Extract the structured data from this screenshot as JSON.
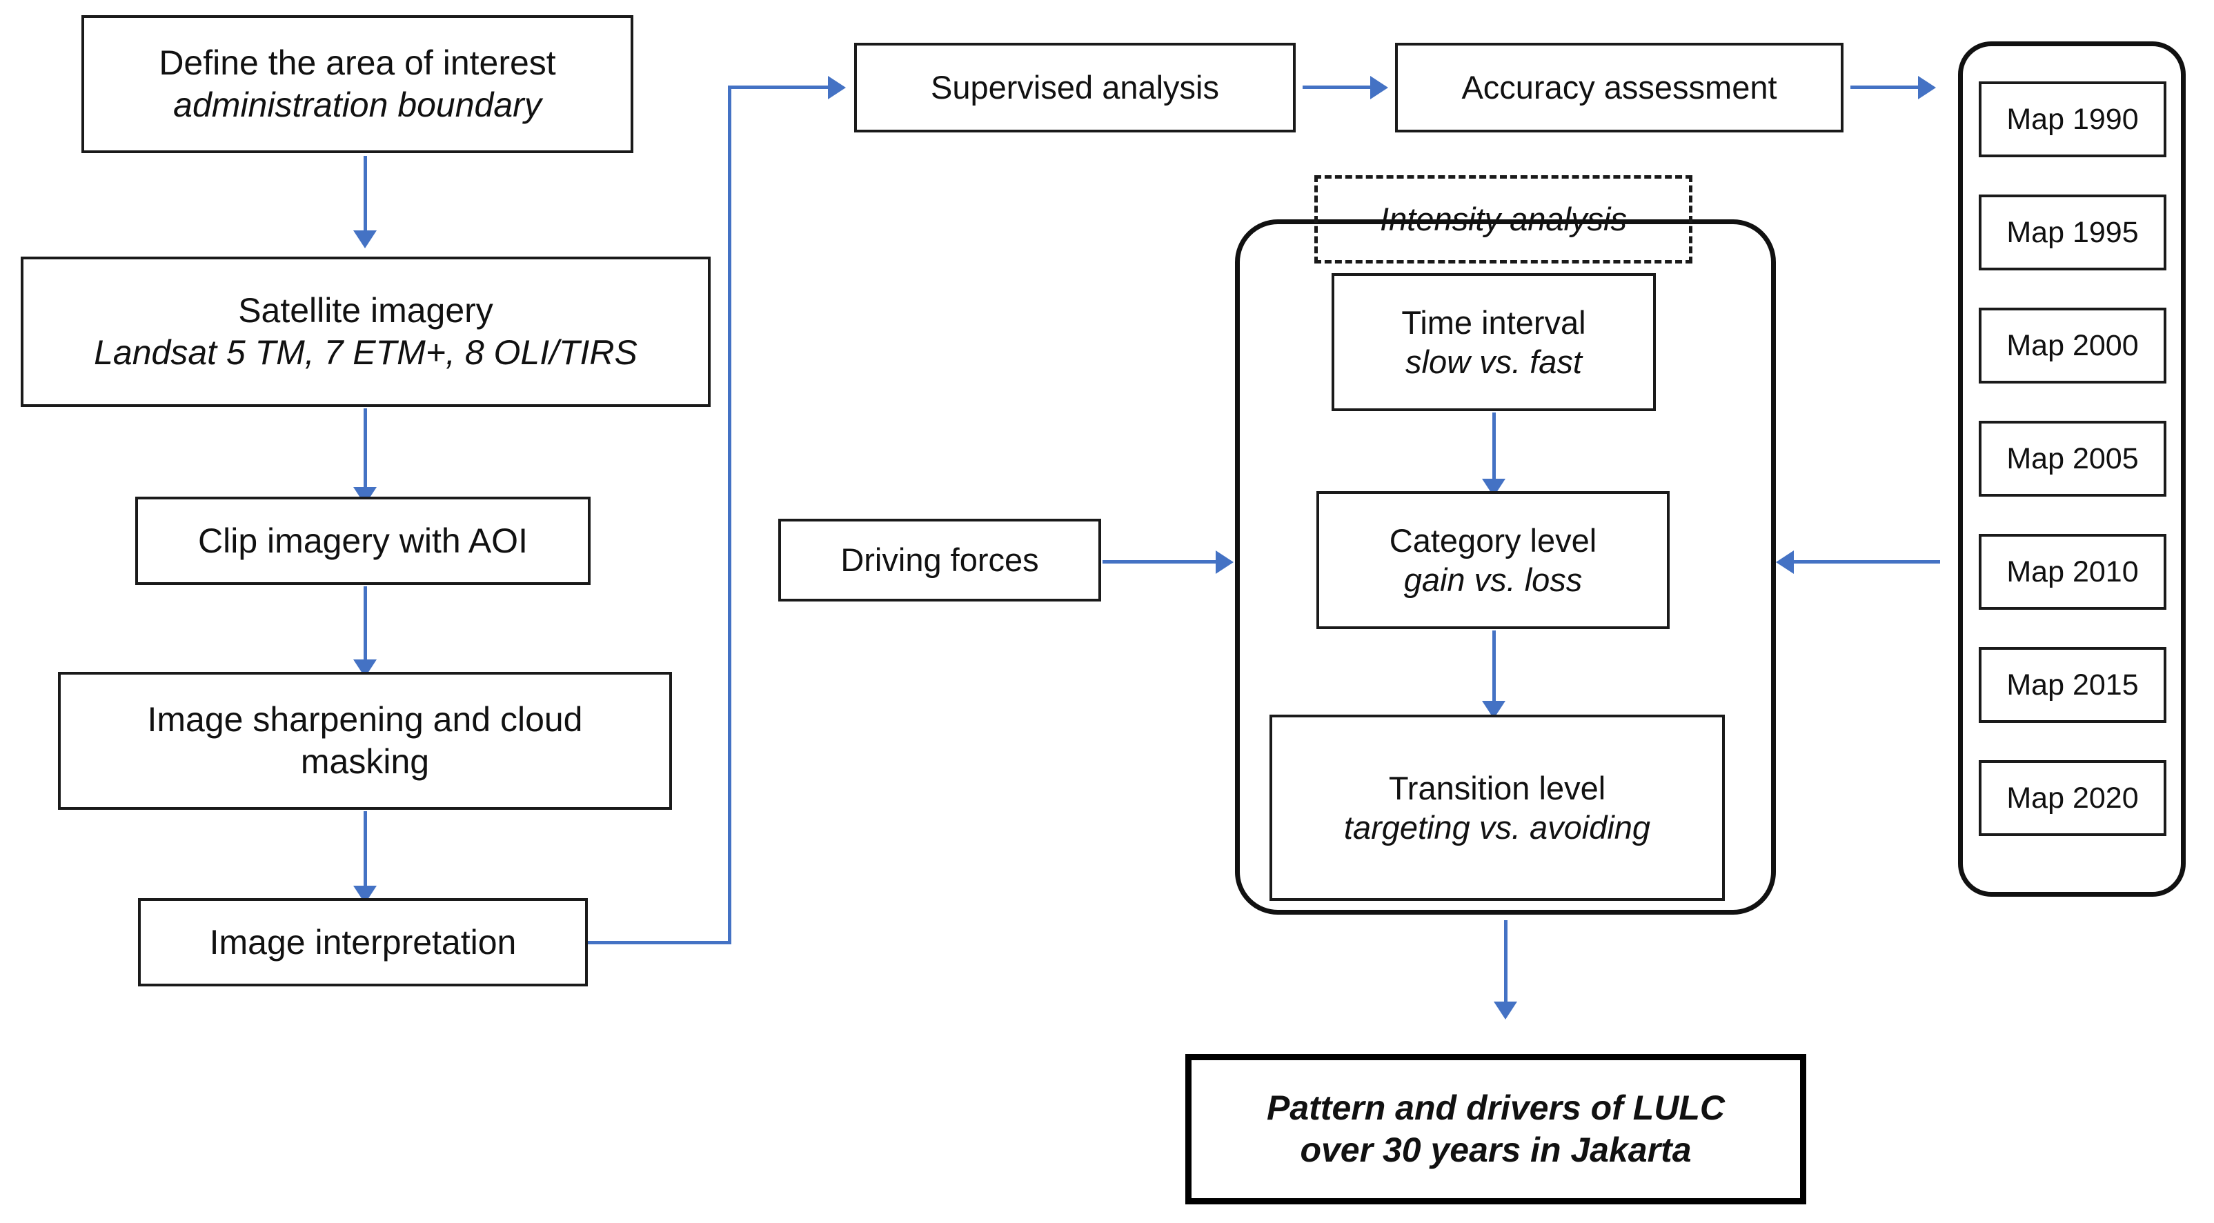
{
  "diagram": {
    "title": "Methodology flowchart for LULC pattern and driver analysis",
    "accent_color": "#4472C4",
    "line_color": "#1a1a1a",
    "background": "#ffffff"
  },
  "nodes": {
    "aoi": {
      "line1": "Define the area of interest",
      "line2": "administration boundary"
    },
    "satellite": {
      "line1": "Satellite imagery",
      "line2": "Landsat 5 TM, 7 ETM+, 8 OLI/TIRS"
    },
    "clip": {
      "line1": "Clip imagery with AOI"
    },
    "sharpen": {
      "line1": "Image sharpening and cloud",
      "line2": "masking"
    },
    "interpretation": {
      "line1": "Image interpretation"
    },
    "supervised": {
      "line1": "Supervised analysis"
    },
    "accuracy": {
      "line1": "Accuracy assessment"
    },
    "driving": {
      "line1": "Driving forces"
    },
    "intensity": {
      "line1": "Intensity analysis"
    },
    "time_interval": {
      "line1": "Time interval",
      "line2": "slow vs. fast"
    },
    "category_level": {
      "line1": "Category level",
      "line2": "gain vs. loss"
    },
    "transition": {
      "line1": "Transition level",
      "line2": "targeting vs. avoiding"
    },
    "result": {
      "line1": "Pattern and drivers of LULC",
      "line2": "over 30 years in Jakarta"
    }
  },
  "map_stack": {
    "items": [
      {
        "label": "Map 1990"
      },
      {
        "label": "Map 1995"
      },
      {
        "label": "Map 2000"
      },
      {
        "label": "Map 2005"
      },
      {
        "label": "Map 2010"
      },
      {
        "label": "Map 2015"
      },
      {
        "label": "Map 2020"
      }
    ]
  }
}
